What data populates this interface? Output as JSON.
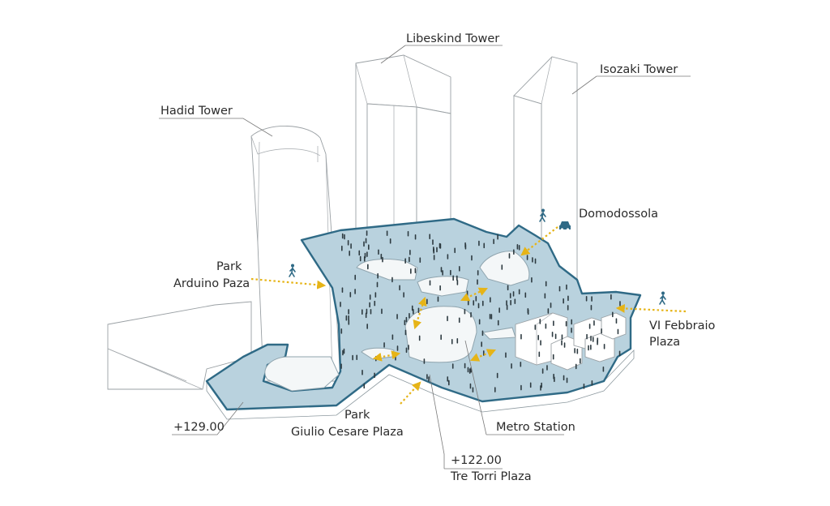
{
  "labels": {
    "libeskind": "Libeskind Tower",
    "isozaki": "Isozaki Tower",
    "hadid": "Hadid Tower",
    "domodossola": "Domodossola",
    "park_arduino_1": "Park",
    "park_arduino_2": "Arduino Paza",
    "febbraio_1": "VI Febbraio",
    "febbraio_2": "Plaza",
    "level_129": "+129.00",
    "park_giulio_1": "Park",
    "park_giulio_2": "Giulio Cesare Plaza",
    "metro": "Metro Station",
    "level_122": "+122.00",
    "tre_torri": "Tre Torri Plaza"
  },
  "icons": [
    "pedestrian-icon",
    "car-icon"
  ],
  "colors": {
    "plaza_fill": "#b9d2de",
    "plaza_edge": "#2f6a86",
    "flow_arrows": "#e6b417",
    "buildings": "#9aa0a4"
  }
}
